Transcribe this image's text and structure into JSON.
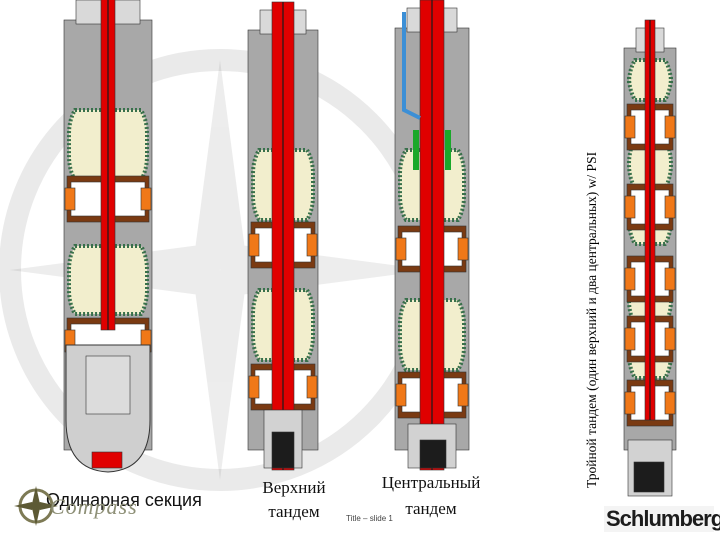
{
  "labels": {
    "single": "Одинарная секция",
    "upper_line1": "Верхний",
    "upper_line2": "тандем",
    "center_line1": "Центральный",
    "center_line2": "тандем",
    "triple": "Тройной тандем (один верхний и два центральных) w/ PSI",
    "slide_id": "Title – slide 1"
  },
  "logos": {
    "compass_text": "Compass",
    "schlumberger_text": "Schlumberger"
  },
  "colors": {
    "shaft": "#e00000",
    "housing": "#a8a8a8",
    "bearing_tan": "#f2eecd",
    "magnet_brown": "#7a3a12",
    "magnet_orange": "#f07818",
    "oil_green": "#1aa82a",
    "oil_blue": "#3c8fd6",
    "dark": "#1c1c1c",
    "spring_green": "#38704a"
  },
  "icons": [
    "compass-rose-icon",
    "compass-logo-icon",
    "schlumberger-logo-icon"
  ]
}
